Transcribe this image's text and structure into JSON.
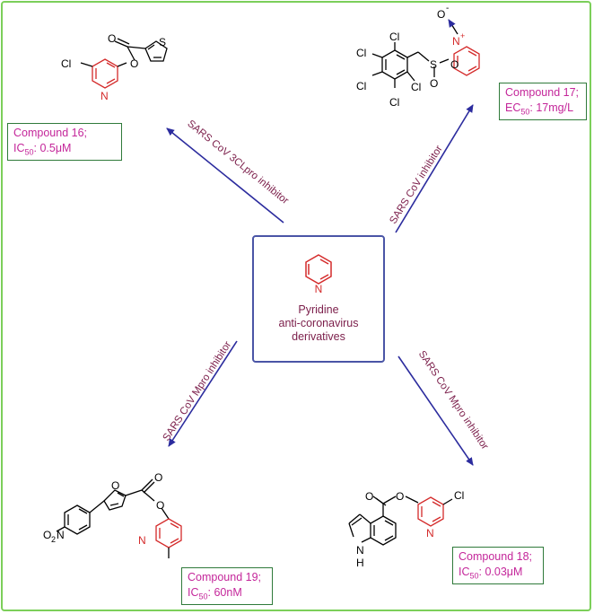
{
  "center": {
    "line1": "Pyridine",
    "line2": "anti-coronavirus",
    "line3": "derivatives"
  },
  "compounds": [
    {
      "id": "16",
      "label": "Compound 16;",
      "metric": "IC",
      "sub": "50",
      "value": ": 0.5μM",
      "route": "SARS CoV 3CLpro inhibitor"
    },
    {
      "id": "17",
      "label": "Compound 17;",
      "metric": "EC",
      "sub": "50",
      "value": ": 17mg/L",
      "route": "SARS CoV inhibitor"
    },
    {
      "id": "18",
      "label": "Compound 18;",
      "metric": "IC",
      "sub": "50",
      "value": ": 0.03μM",
      "route": "SARS CoV Mpro inhibitor"
    },
    {
      "id": "19",
      "label": "Compound 19;",
      "metric": "IC",
      "sub": "50",
      "value": ": 60nM",
      "route": "SARS CoV Mpro inhibitor"
    }
  ],
  "atoms": {
    "cl": "Cl",
    "o": "O",
    "n": "N",
    "s": "S",
    "nplus": "N",
    "plus": "+",
    "ominus": "O",
    "minus": "-",
    "no2": "O",
    "no2_sub": "2",
    "no2_n": "N",
    "nh": "N",
    "nh_h": "H"
  },
  "colors": {
    "pyridine": "#d42a2a",
    "arrow": "#2c2c9e",
    "box_border": "#2f7a3a",
    "frame": "#7ccf5a",
    "route_text": "#7b1e4a",
    "compound_text": "#c4269a"
  }
}
